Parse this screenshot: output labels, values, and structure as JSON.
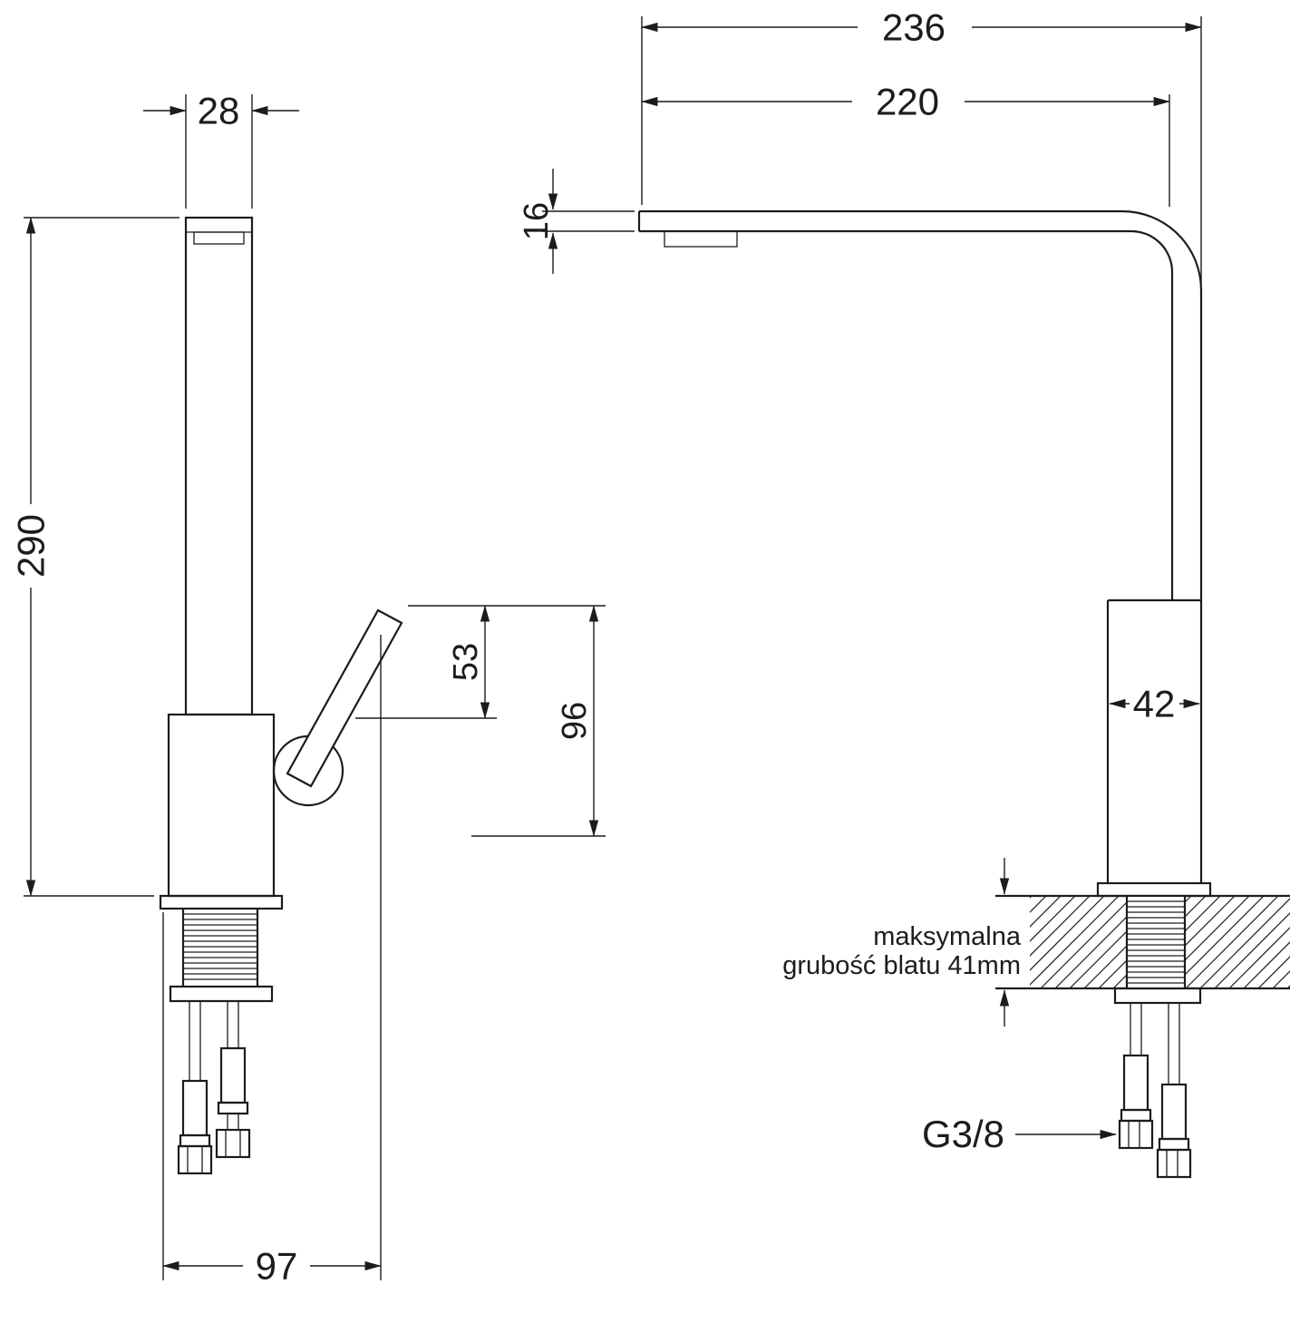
{
  "drawing": {
    "kind": "faucet-dimension-drawing",
    "colors": {
      "line": "#1c1c1c",
      "background": "#ffffff"
    },
    "side": {
      "spout_width": "28",
      "height": "290",
      "handle_top_offset": "53",
      "handle_span": "96",
      "depth": "97"
    },
    "front": {
      "overall_reach": "236",
      "spout_reach": "220",
      "spout_thickness": "16",
      "body_width": "42",
      "thread": "G3/8",
      "note_line1": "maksymalna",
      "note_line2": "grubość blatu 41mm"
    }
  }
}
